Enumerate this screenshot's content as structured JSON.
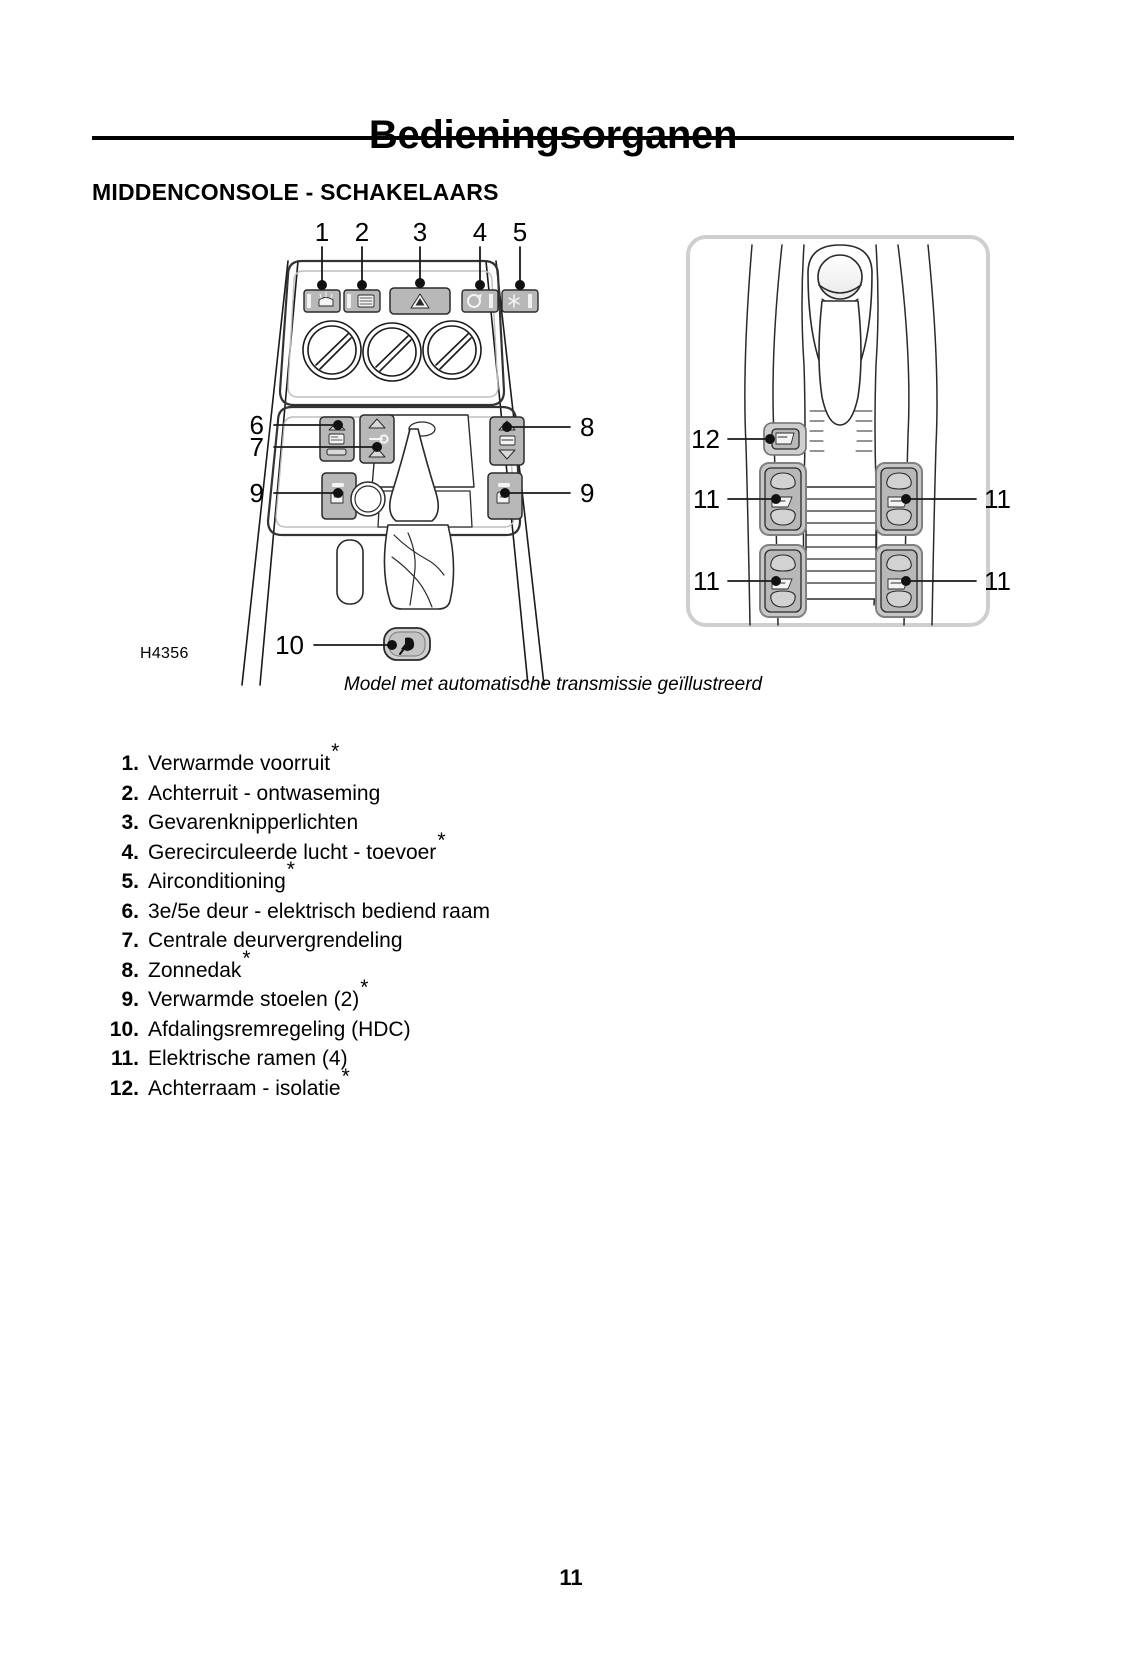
{
  "header": {
    "title": "Bedieningsorganen",
    "section": "MIDDENCONSOLE - SCHAKELAARS"
  },
  "figure": {
    "code": "H4356",
    "caption": "Model met automatische transmissie geïllustreerd",
    "callouts_left": [
      "1",
      "2",
      "3",
      "4",
      "5",
      "6",
      "7",
      "8",
      "9",
      "9",
      "10"
    ],
    "callouts_right": [
      "12",
      "11",
      "11",
      "11",
      "11"
    ],
    "switch_icons": [
      "heated-windscreen-icon",
      "heated-rear-window-icon",
      "hazard-warning-icon",
      "air-recirculation-icon",
      "air-conditioning-icon",
      "tailgate-window-icon",
      "central-locking-icon",
      "sunroof-icon",
      "heated-seat-left-icon",
      "heated-seat-right-icon",
      "hill-descent-control-icon",
      "rear-window-isolation-icon",
      "electric-window-icon"
    ]
  },
  "key_list": [
    {
      "num": "1.",
      "label": "Verwarmde voorruit",
      "star": "*"
    },
    {
      "num": "2.",
      "label": "Achterruit - ontwaseming",
      "star": ""
    },
    {
      "num": "3.",
      "label": "Gevarenknipperlichten",
      "star": ""
    },
    {
      "num": "4.",
      "label": "Gerecirculeerde lucht - toevoer",
      "star": "*"
    },
    {
      "num": "5.",
      "label": "Airconditioning",
      "star": "*"
    },
    {
      "num": "6.",
      "label": "3e/5e deur - elektrisch bediend raam",
      "star": ""
    },
    {
      "num": "7.",
      "label": "Centrale deurvergrendeling",
      "star": ""
    },
    {
      "num": "8.",
      "label": "Zonnedak",
      "star": "*"
    },
    {
      "num": "9.",
      "label": "Verwarmde stoelen (2)",
      "star": "*"
    },
    {
      "num": "10.",
      "label": "Afdalingsremregeling (HDC)",
      "star": ""
    },
    {
      "num": "11.",
      "label": "Elektrische ramen (4)",
      "star": ""
    },
    {
      "num": "12.",
      "label": "Achterraam - isolatie",
      "star": "*"
    }
  ],
  "footer": {
    "page_number": "11"
  },
  "colors": {
    "ink": "#000000",
    "line": "#1a1a1a",
    "switch_fill": "#b8b8b8",
    "switch_fill_light": "#cfcfcf",
    "panel_edge": "#d6d6d6",
    "paper": "#ffffff"
  }
}
